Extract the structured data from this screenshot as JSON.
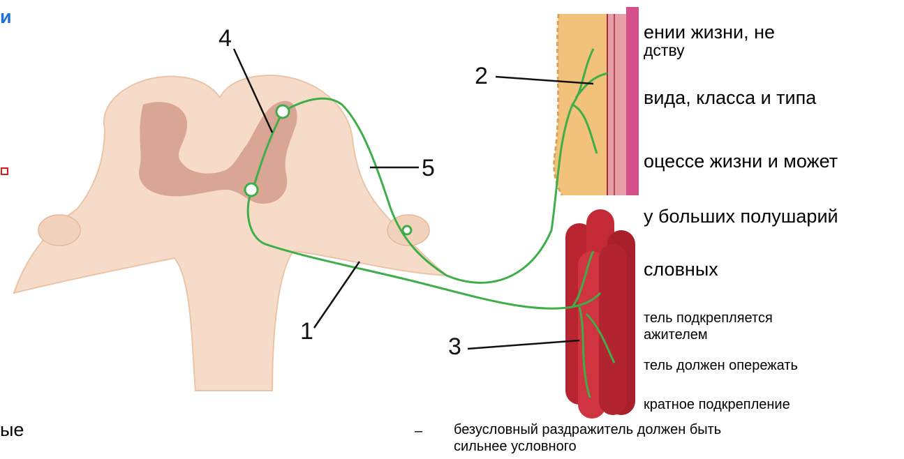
{
  "left_fragments": [
    "и",
    "ые"
  ],
  "right_lines": [
    "ении жизни, не",
    "дству",
    "вида, класса и типа",
    "оцессе жизни и может",
    "у больших полушарий",
    "словных",
    "тель подкрепляется",
    "ажителем",
    "тель должен опережать",
    "кратное подкрепление",
    "безусловный раздражитель должен быть",
    "сильнее условного"
  ],
  "dash": "–",
  "labels": [
    "1",
    "2",
    "3",
    "4",
    "5"
  ],
  "colors": {
    "nerve": "#3fae49",
    "cord": "#f6dcc8",
    "gray_matter": "#d9a594",
    "muscle": "#b8242f",
    "skin": "#f2c27a"
  }
}
